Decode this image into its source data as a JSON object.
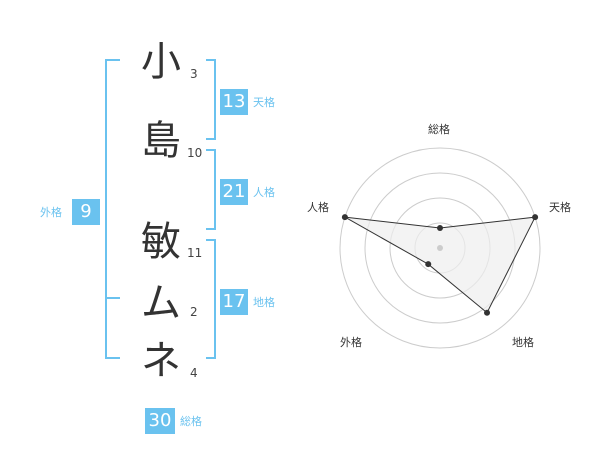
{
  "name": {
    "chars": [
      {
        "char": "小",
        "strokes": "3"
      },
      {
        "char": "島",
        "strokes": "10"
      },
      {
        "char": "敏",
        "strokes": "11"
      },
      {
        "char": "ム",
        "strokes": "2"
      },
      {
        "char": "ネ",
        "strokes": "4"
      }
    ]
  },
  "fortune": {
    "tenkaku": {
      "label": "天格",
      "value": "13"
    },
    "jinkaku": {
      "label": "人格",
      "value": "21"
    },
    "chikaku": {
      "label": "地格",
      "value": "17"
    },
    "gaikaku": {
      "label": "外格",
      "value": "9"
    },
    "soukaku": {
      "label": "総格",
      "value": "30"
    }
  },
  "colors": {
    "accent": "#6ac2ef",
    "text": "#333333",
    "grid": "#cccccc",
    "polygon_fill": "#eeeeee"
  },
  "chart_data": {
    "type": "radar",
    "axes": [
      "総格",
      "天格",
      "地格",
      "外格",
      "人格"
    ],
    "values": [
      1,
      5,
      4,
      1,
      5
    ],
    "range": [
      0,
      5
    ],
    "rings": 4
  }
}
